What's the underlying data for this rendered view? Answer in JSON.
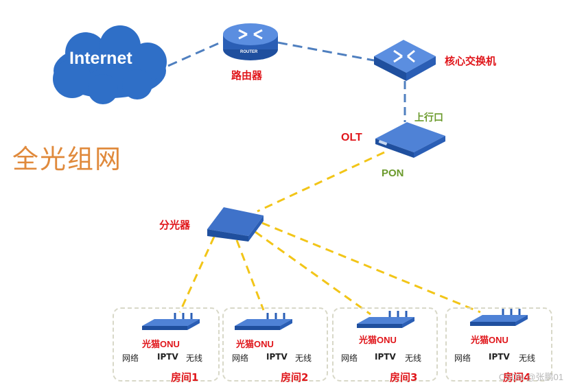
{
  "title": "全光组网",
  "nodes": {
    "internet": "Internet",
    "router": "路由器",
    "router_badge": "ROUTER",
    "core_switch": "核心交换机",
    "uplink": "上行口",
    "olt": "OLT",
    "pon": "PON",
    "splitter": "分光器"
  },
  "rooms": [
    {
      "onu": "光猫ONU",
      "services": [
        "网络",
        "IPTV",
        "无线"
      ],
      "name": "房间1"
    },
    {
      "onu": "光猫ONU",
      "services": [
        "网络",
        "IPTV",
        "无线"
      ],
      "name": "房间2"
    },
    {
      "onu": "光猫ONU",
      "services": [
        "网络",
        "IPTV",
        "无线"
      ],
      "name": "房间3"
    },
    {
      "onu": "光猫ONU",
      "services": [
        "网络",
        "IPTV",
        "无线"
      ],
      "name": "房间4"
    }
  ],
  "watermark": "CSDN @张鹏01",
  "colors": {
    "ethernet_link": "#4f7fbf",
    "fiber_link": "#f2c518",
    "device_blue": "#2f5fb3",
    "label_red": "#e0161b",
    "port_green": "#6b9a2c",
    "title_orange": "#e08a3c",
    "cloud_blue": "#2f6fc7"
  }
}
